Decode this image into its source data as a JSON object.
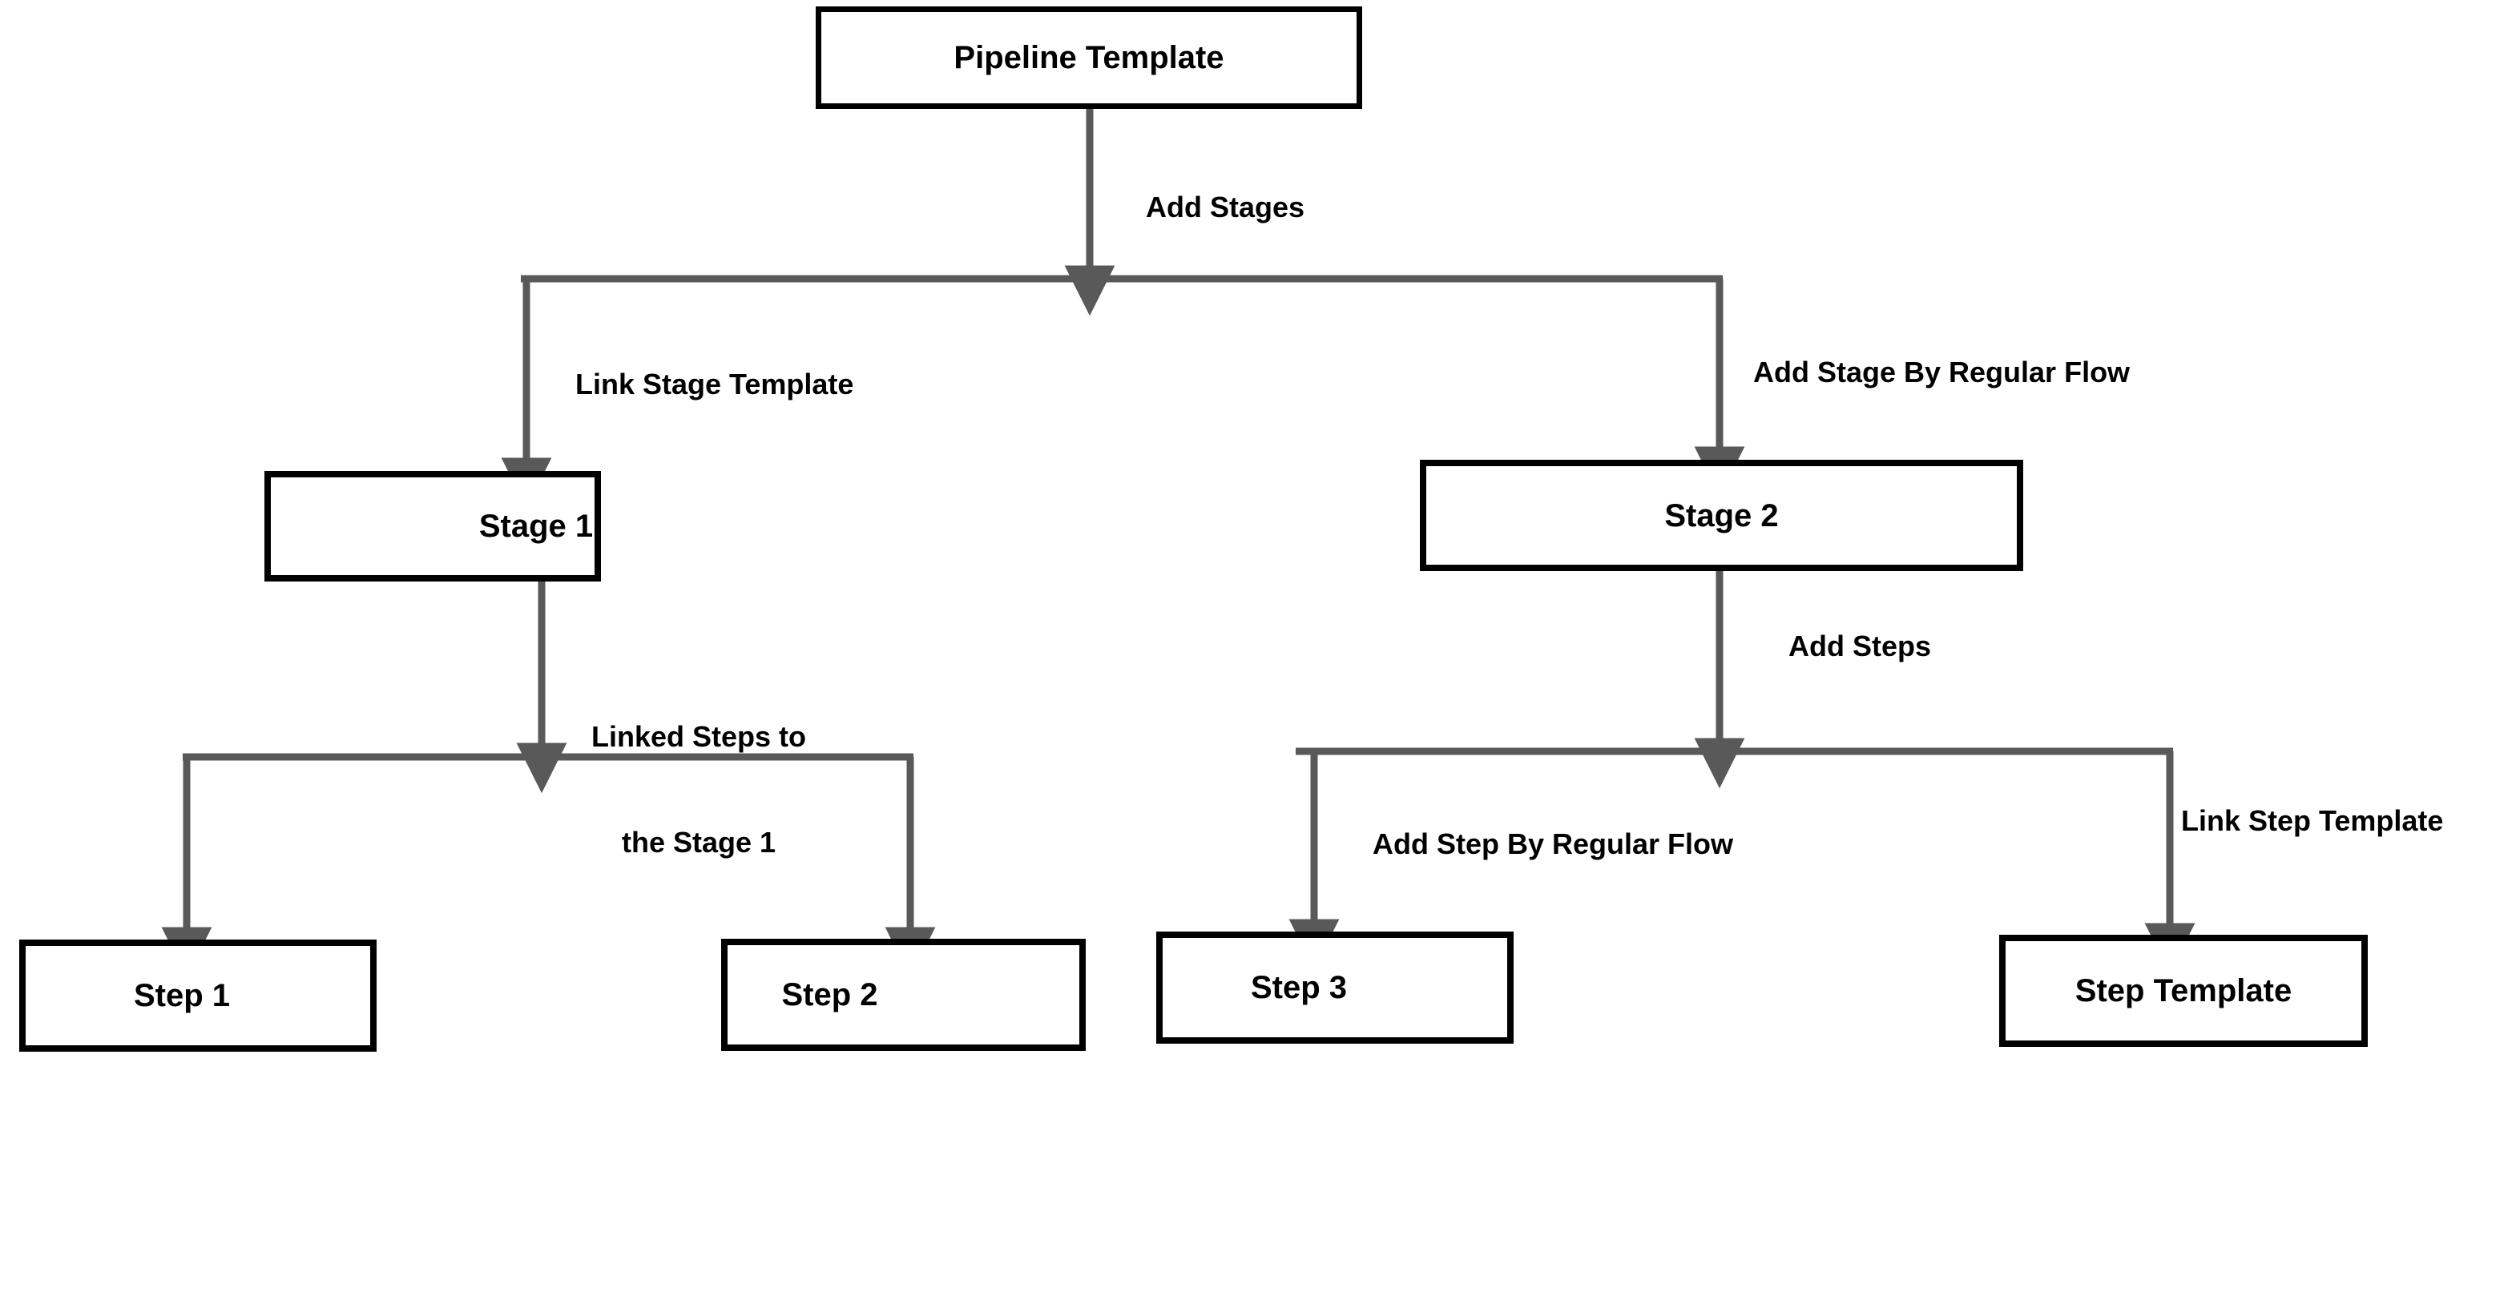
{
  "diagram": {
    "title": "Pipeline Template Flow",
    "type": "flowchart",
    "background_color": "#ffffff",
    "node_border_color": "#000000",
    "node_fill_color": "#ffffff",
    "edge_color": "#595959",
    "text_color": "#000000"
  },
  "nodes": {
    "pipeline_template": {
      "label": "Pipeline Template"
    },
    "stage_1": {
      "label": "Stage 1"
    },
    "stage_2": {
      "label": "Stage 2"
    },
    "step_1": {
      "label": "Step 1"
    },
    "step_2": {
      "label": "Step 2"
    },
    "step_3": {
      "label": "Step 3"
    },
    "step_template": {
      "label": "Step Template"
    }
  },
  "edge_labels": {
    "add_stages": "Add Stages",
    "link_stage_template": "Link Stage Template",
    "add_stage_by_regular_flow": "Add Stage By Regular Flow",
    "linked_steps_to_stage_1_line1": "Linked Steps to",
    "linked_steps_to_stage_1_line2": "the Stage 1",
    "add_steps": "Add Steps",
    "add_step_by_regular_flow": "Add Step By Regular Flow",
    "link_step_template": "Link Step Template"
  },
  "edges": [
    {
      "from": "pipeline_template",
      "to": "split_stages",
      "label": "Add Stages"
    },
    {
      "from": "split_stages",
      "to": "stage_1",
      "label": "Link Stage Template"
    },
    {
      "from": "split_stages",
      "to": "stage_2",
      "label": "Add Stage By Regular Flow"
    },
    {
      "from": "stage_1",
      "to": "split_steps_left",
      "label": "Linked Steps to the Stage 1"
    },
    {
      "from": "split_steps_left",
      "to": "step_1",
      "label": ""
    },
    {
      "from": "split_steps_left",
      "to": "step_2",
      "label": ""
    },
    {
      "from": "stage_2",
      "to": "split_steps_right",
      "label": "Add Steps"
    },
    {
      "from": "split_steps_right",
      "to": "step_3",
      "label": "Add Step By Regular Flow"
    },
    {
      "from": "split_steps_right",
      "to": "step_template",
      "label": "Link Step Template"
    }
  ]
}
